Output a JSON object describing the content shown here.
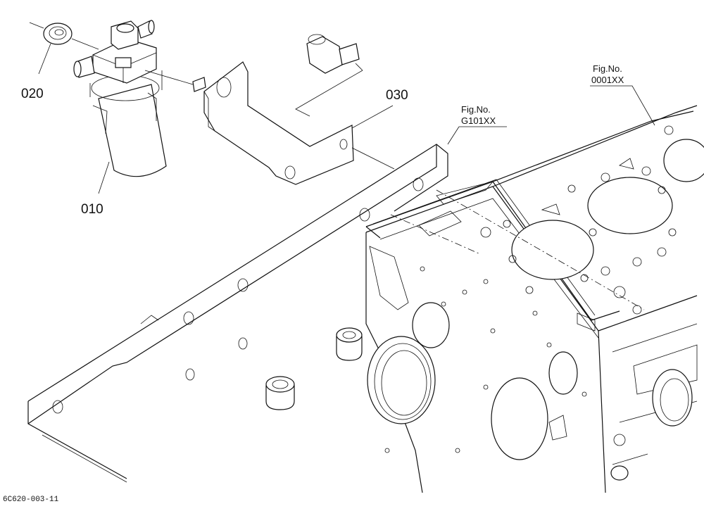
{
  "callouts": {
    "filter": "010",
    "gasket": "020",
    "bracket": "030"
  },
  "figure_refs": {
    "head_label": "Fig.No.",
    "head_code": "0001XX",
    "crankcase_label": "Fig.No.",
    "crankcase_code": "G101XX"
  },
  "drawing_code": "6C620-003-11"
}
